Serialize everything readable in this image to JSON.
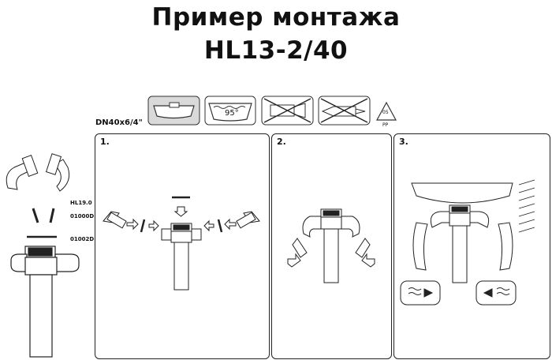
{
  "title": {
    "line1": "Пример монтажа",
    "line2": "HL13-2/40"
  },
  "size_label": "DN40x6/4\"",
  "icons": {
    "items": [
      "sink-icon",
      "temperature-95-icon",
      "no-gas-burner-icon",
      "no-flame-icon",
      "recycle-pp-icon"
    ],
    "temperature": "95°",
    "recycle_code": "05",
    "recycle_material": "PP"
  },
  "parts": {
    "p1": "HL19.0",
    "p2": "01000D",
    "p3": "01002D"
  },
  "panels": [
    {
      "number": "1."
    },
    {
      "number": "2."
    },
    {
      "number": "3."
    }
  ],
  "colors": {
    "ink": "#222222",
    "panel_border": "#222222",
    "sink_icon_fill": "#d9d9d9"
  }
}
